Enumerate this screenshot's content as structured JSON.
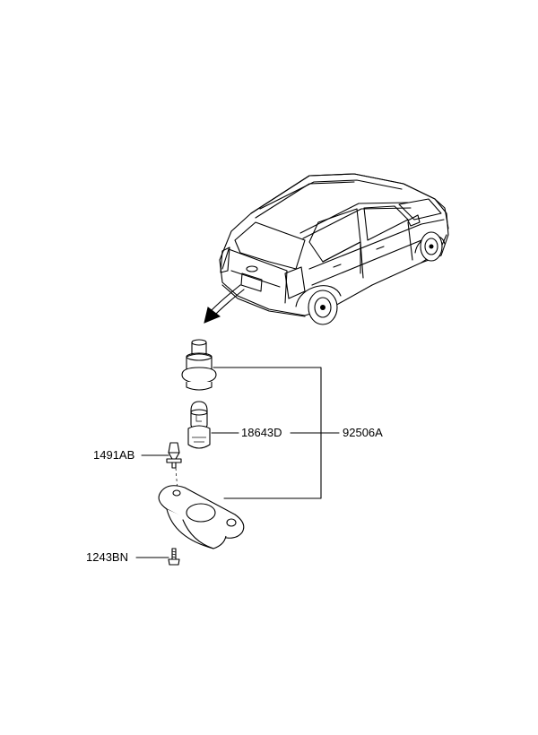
{
  "diagram": {
    "callouts": [
      {
        "id": "lamp_assembly",
        "label": "92506A"
      },
      {
        "id": "bulb",
        "label": "18643D"
      },
      {
        "id": "clip",
        "label": "1491AB"
      },
      {
        "id": "screw",
        "label": "1243BN"
      }
    ]
  }
}
